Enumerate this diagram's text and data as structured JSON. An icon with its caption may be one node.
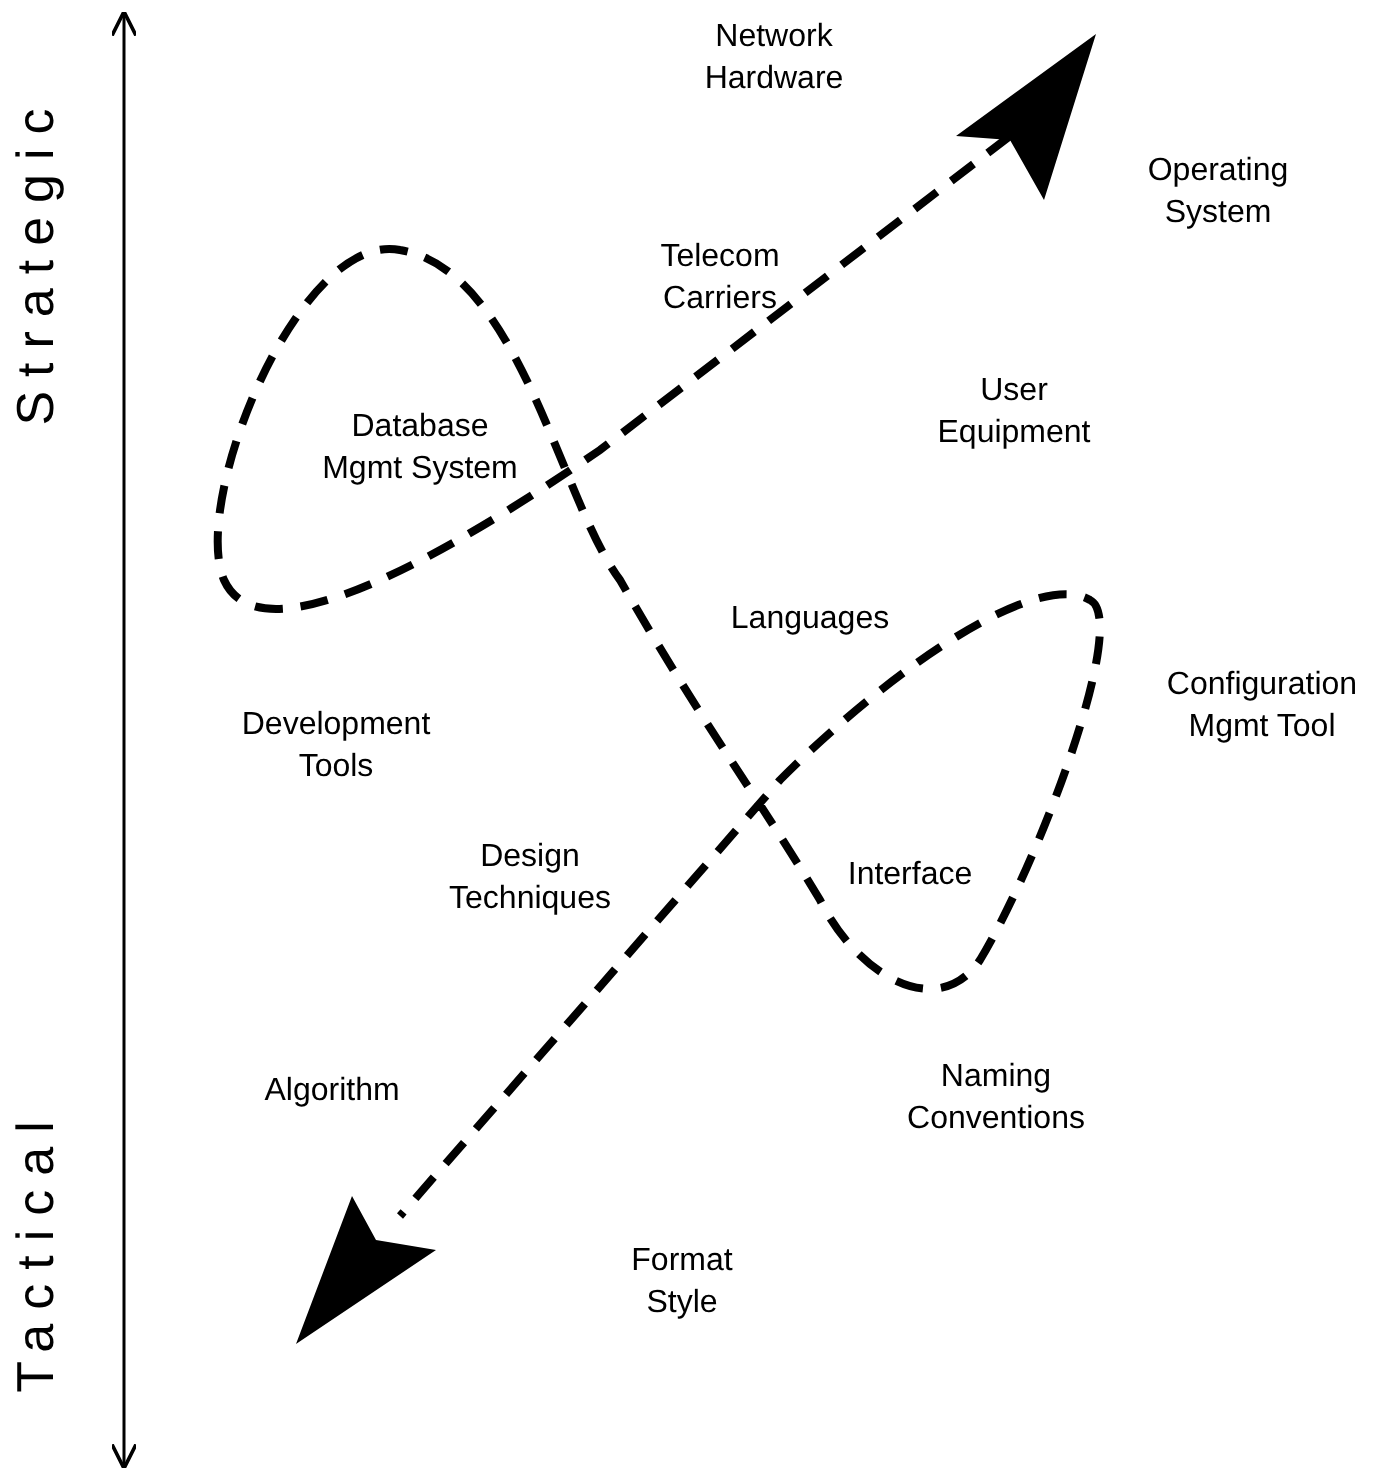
{
  "diagram": {
    "labels": [
      "Strategic",
      "Tactical",
      "Network Hardware",
      "Operating System",
      "Telecom Carriers",
      "User Equipment",
      "Database Mgmt System",
      "Languages",
      "Configuration Mgmt Tool",
      "Development Tools",
      "Design Techniques",
      "Interface",
      "Algorithm",
      "Naming Conventions",
      "Format Style"
    ]
  }
}
